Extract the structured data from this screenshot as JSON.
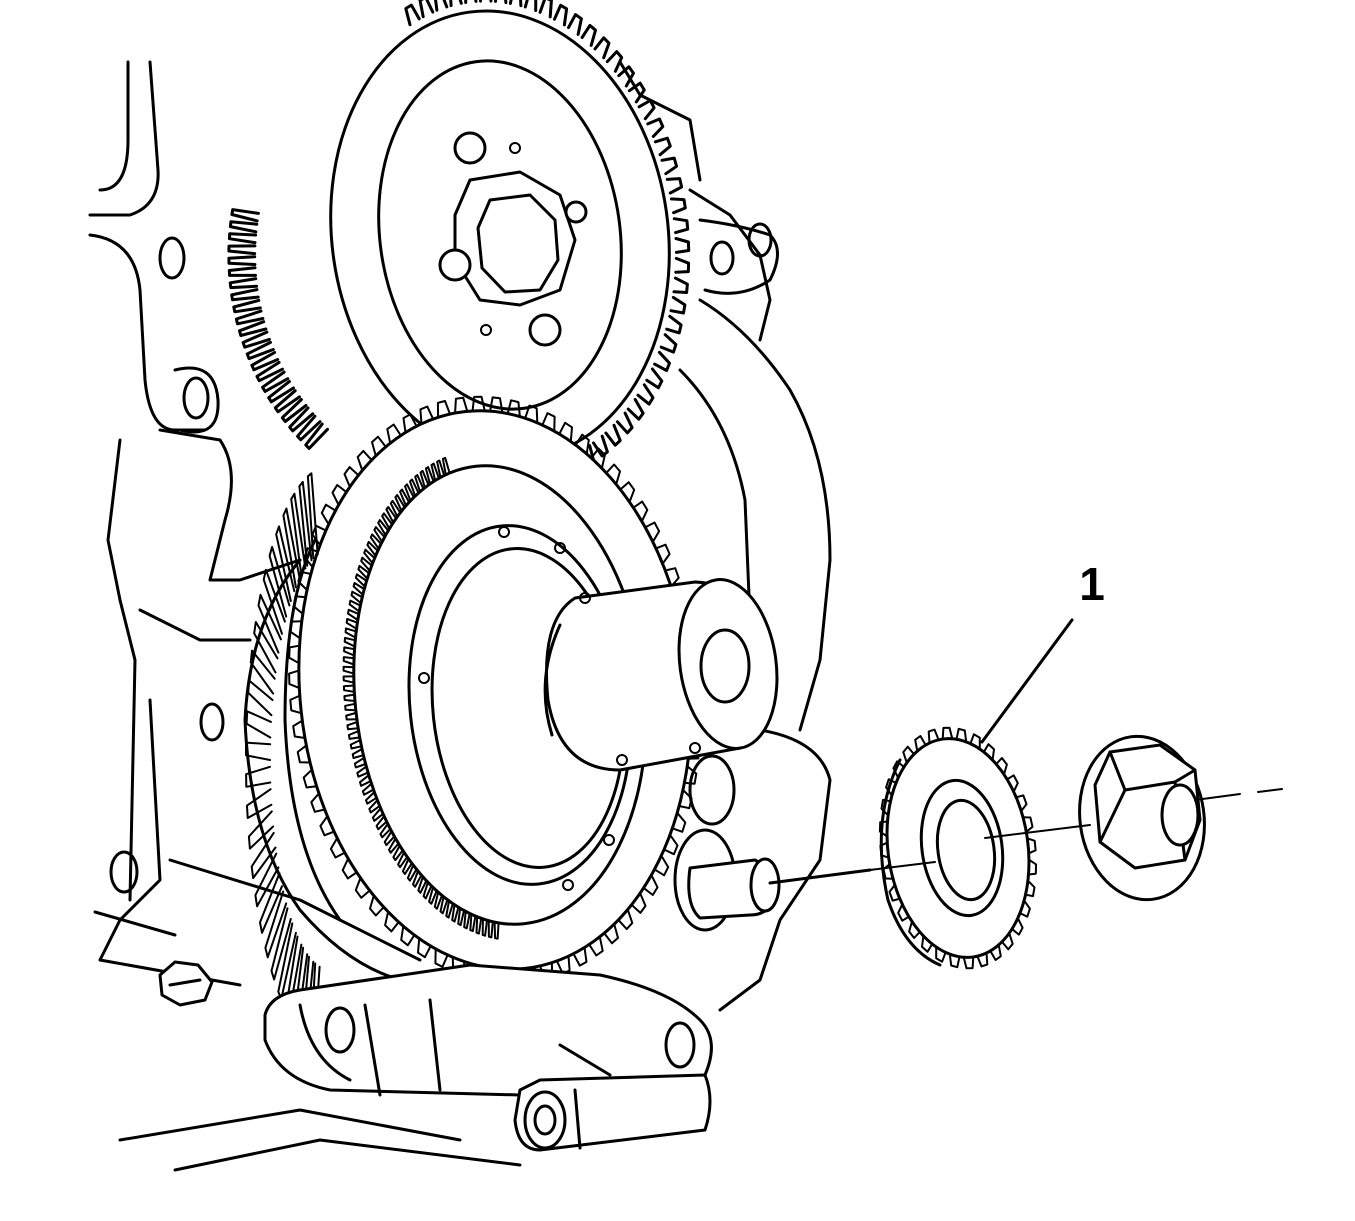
{
  "diagram": {
    "callouts": [
      {
        "id": "1",
        "label": "1"
      }
    ],
    "parts": [
      {
        "name": "engine-block-front"
      },
      {
        "name": "flywheel-ring-gear"
      },
      {
        "name": "large-driven-gear"
      },
      {
        "name": "gear-hub-shaft"
      },
      {
        "name": "idler-gear-shaft"
      },
      {
        "name": "idler-gear"
      },
      {
        "name": "retaining-nut"
      },
      {
        "name": "nut-washer"
      },
      {
        "name": "lower-mounting-bracket"
      }
    ],
    "colors": {
      "ink": "#000000",
      "paper": "#ffffff"
    }
  }
}
